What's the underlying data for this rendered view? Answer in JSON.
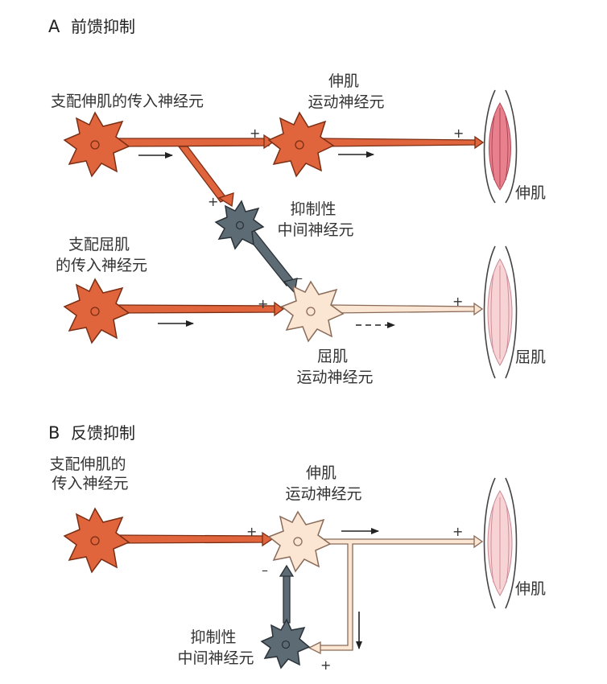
{
  "colors": {
    "afferent": "#e0643c",
    "afferent_stroke": "#7a2e14",
    "inhibitory": "#5d6b75",
    "inhibitory_stroke": "#2b3237",
    "motor_flexor": "#fbe5d3",
    "motor_stroke": "#8a6a58",
    "extensor_muscle": "#e8808e",
    "flexor_muscle": "#f8d3d6"
  },
  "panel_a": {
    "letter": "A",
    "title": "前馈抑制",
    "afferent_extensor": [
      "支配伸肌的传入神经元"
    ],
    "motor_extensor": [
      "伸肌",
      "运动神经元"
    ],
    "inhibitory": [
      "抑制性",
      "中间神经元"
    ],
    "afferent_flexor": [
      "支配屈肌",
      "的传入神经元"
    ],
    "motor_flexor": [
      "屈肌",
      "运动神经元"
    ],
    "muscle_extensor": "伸肌",
    "muscle_flexor": "屈肌"
  },
  "panel_b": {
    "letter": "B",
    "title": "反馈抑制",
    "afferent_extensor": [
      "支配伸肌的",
      "传入神经元"
    ],
    "motor_extensor": [
      "伸肌",
      "运动神经元"
    ],
    "inhibitory": [
      "抑制性",
      "中间神经元"
    ],
    "muscle_extensor": "伸肌"
  },
  "signs": {
    "excitatory": "+",
    "inhibitory": "–"
  }
}
